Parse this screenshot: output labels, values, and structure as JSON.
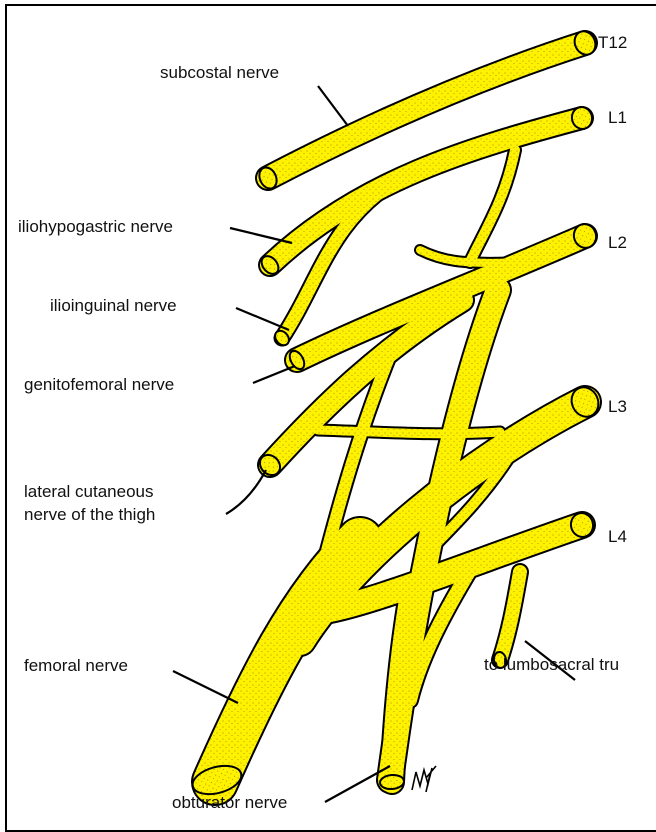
{
  "colors": {
    "nerve": "#FFF200",
    "outline": "#000000",
    "background": "#ffffff"
  },
  "labels": {
    "t12": "T12",
    "l1": "L1",
    "l2": "L2",
    "l3": "L3",
    "l4": "L4",
    "subcostal": "subcostal nerve",
    "iliohypogastric": "iliohypogastric nerve",
    "ilioinguinal": "ilioinguinal nerve",
    "genitofemoral": "genitofemoral nerve",
    "lateral_cutaneous_1": "lateral cutaneous",
    "lateral_cutaneous_2": "nerve of the thigh",
    "femoral": "femoral nerve",
    "lumbosacral": "to lumbosacral tru",
    "obturator": "obturator nerve"
  },
  "signature": "MT"
}
